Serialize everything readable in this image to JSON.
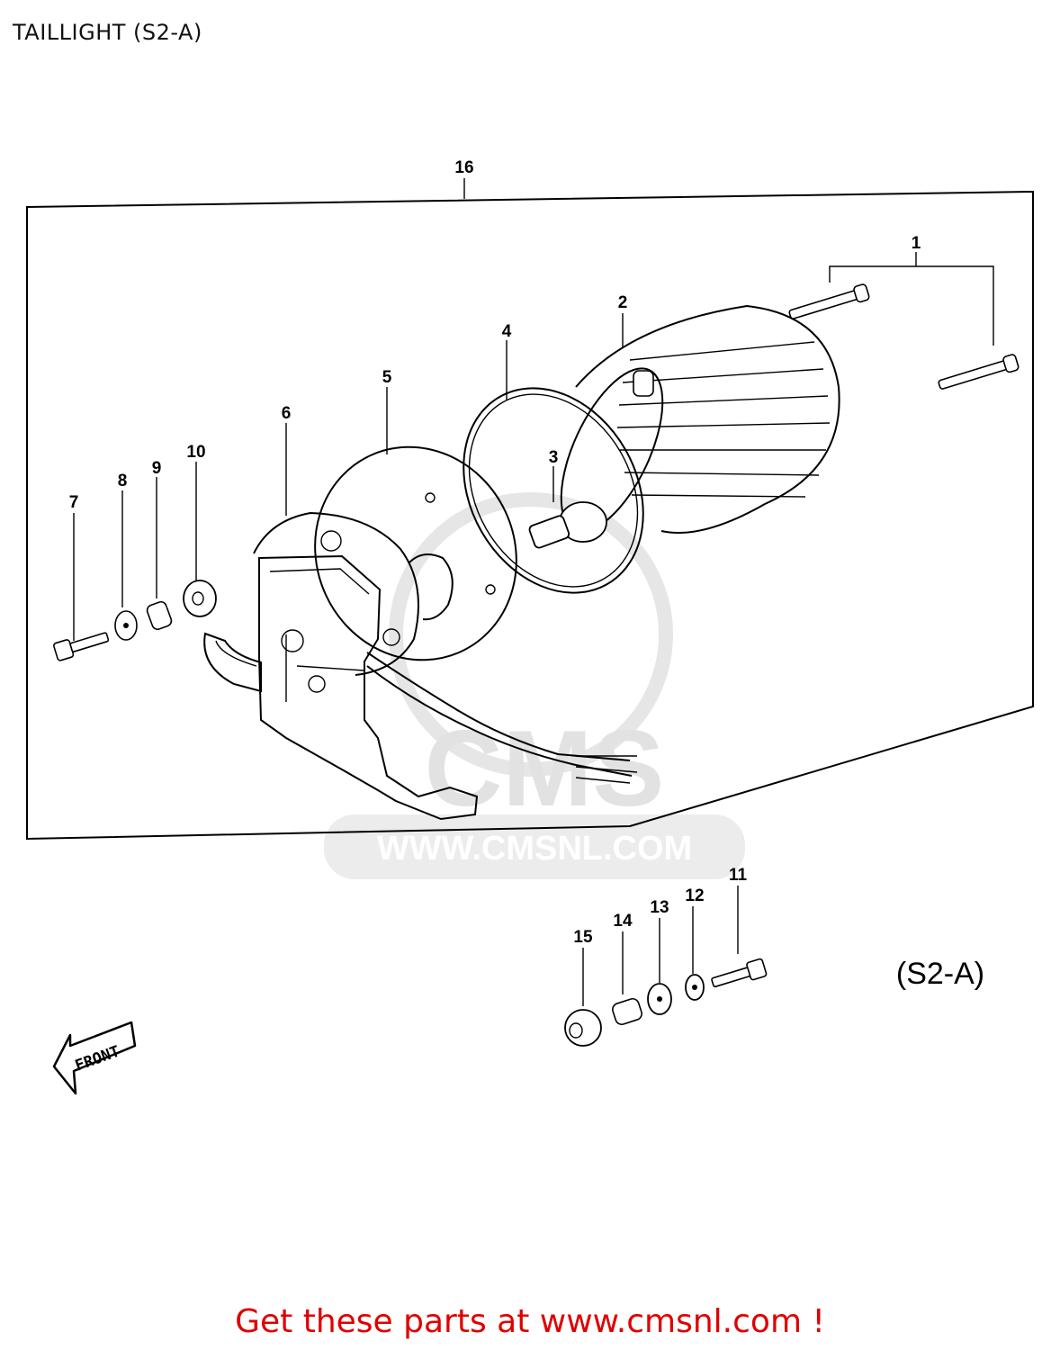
{
  "title": "TAILLIGHT (S2-A)",
  "model_label": "(S2-A)",
  "front_label": "FRONT",
  "watermark": {
    "logo_text": "CMS",
    "url_text": "WWW.CMSNL.COM"
  },
  "callouts": [
    "1",
    "2",
    "3",
    "4",
    "5",
    "6",
    "7",
    "8",
    "9",
    "10",
    "11",
    "12",
    "13",
    "14",
    "15",
    "16"
  ],
  "footer": "Get these parts at www.cmsnl.com !"
}
